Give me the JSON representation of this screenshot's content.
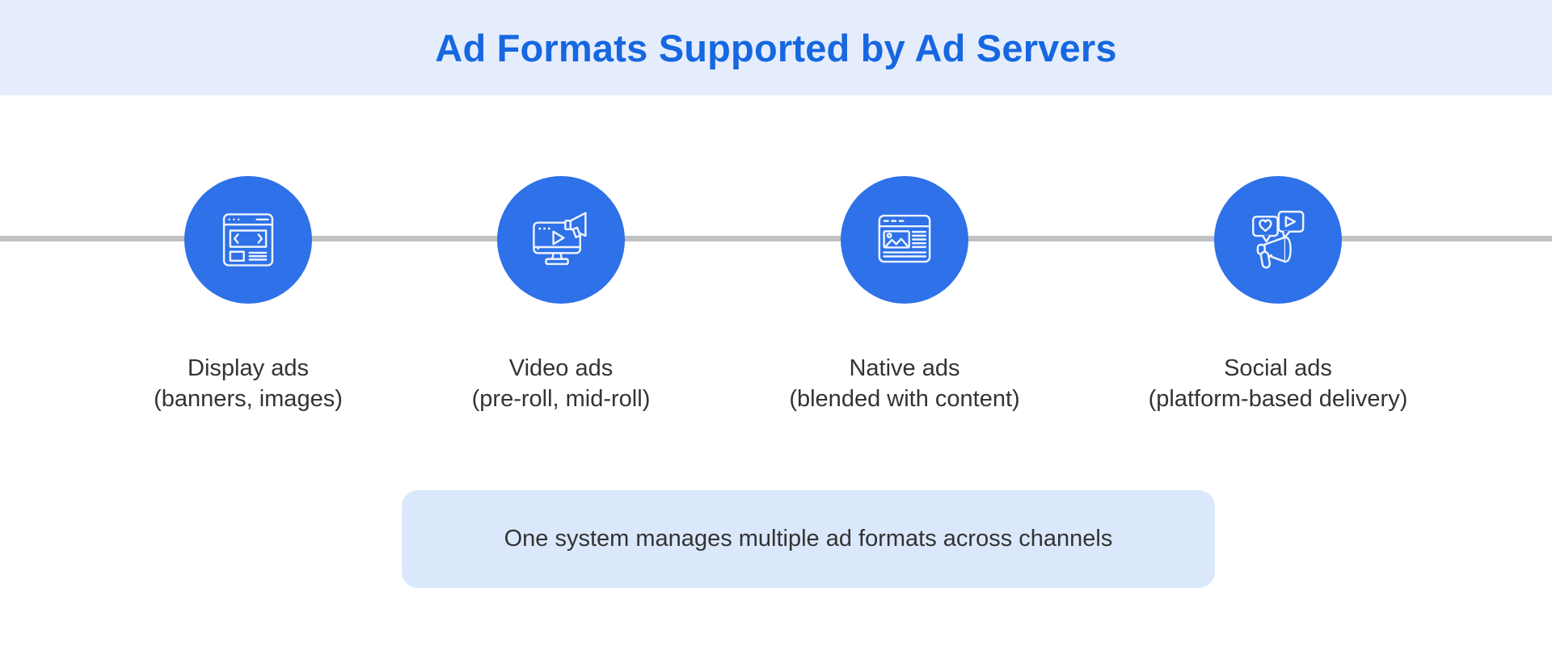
{
  "header": {
    "title": "Ad Formats Supported by Ad Servers"
  },
  "nodes": [
    {
      "icon": "display-ads-icon",
      "title": "Display ads",
      "subtitle": "(banners, images)"
    },
    {
      "icon": "video-ads-icon",
      "title": "Video ads",
      "subtitle": "(pre-roll, mid-roll)"
    },
    {
      "icon": "native-ads-icon",
      "title": "Native ads",
      "subtitle": "(blended with content)"
    },
    {
      "icon": "social-ads-icon",
      "title": "Social ads",
      "subtitle": "(platform-based delivery)"
    }
  ],
  "footer": {
    "note": "One system manages multiple ad formats across channels"
  },
  "colors": {
    "header_bg": "#e5edfc",
    "title_text": "#1667e0",
    "node_circle": "#2e71e8",
    "icon_stroke": "#edf3fe",
    "timeline_line": "#c2c2c2",
    "label_text": "#333333",
    "footer_bg": "#dbe8fb",
    "footer_text": "#333333"
  }
}
